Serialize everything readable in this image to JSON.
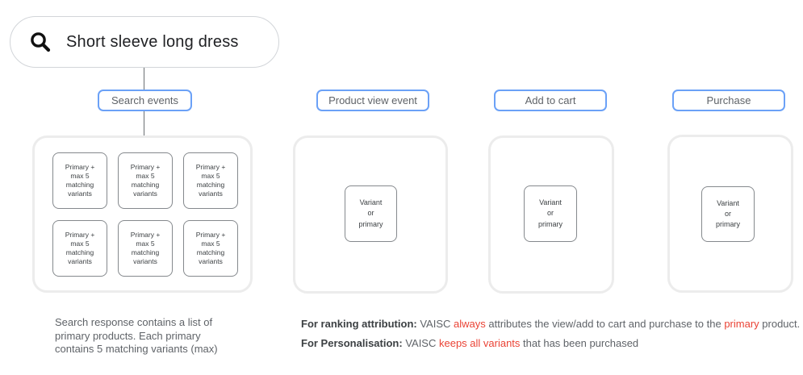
{
  "search_bar": {
    "query": "Short sleeve long dress",
    "icon": "search-icon"
  },
  "columns": [
    {
      "label": "Search events",
      "items": [
        "Primary +\nmax 5\nmatching\nvariants",
        "Primary +\nmax 5\nmatching\nvariants",
        "Primary +\nmax 5\nmatching\nvariants",
        "Primary +\nmax 5\nmatching\nvariants",
        "Primary +\nmax 5\nmatching\nvariants",
        "Primary +\nmax 5\nmatching\nvariants"
      ]
    },
    {
      "label": "Product view event",
      "items": [
        "Variant\nor\nprimary"
      ]
    },
    {
      "label": "Add to cart",
      "items": [
        "Variant\nor\nprimary"
      ]
    },
    {
      "label": "Purchase",
      "items": [
        "Variant\nor\nprimary"
      ]
    }
  ],
  "notes": {
    "search_note": "Search response contains a list of\nprimary products. Each primary\ncontains 5 matching variants (max)",
    "ranking_attribution": {
      "segments": [
        {
          "style": "bold",
          "text": "For ranking attribution: "
        },
        {
          "style": "normal",
          "text": "VAISC "
        },
        {
          "style": "red",
          "text": "always"
        },
        {
          "style": "normal",
          "text": " attributes the view/add to cart and purchase to the "
        },
        {
          "style": "red",
          "text": "primary"
        },
        {
          "style": "normal",
          "text": " product."
        }
      ]
    },
    "personalisation": {
      "segments": [
        {
          "style": "bold",
          "text": "For Personalisation: "
        },
        {
          "style": "normal",
          "text": "VAISC "
        },
        {
          "style": "red",
          "text": "keeps all variants"
        },
        {
          "style": "normal",
          "text": " that has been purchased"
        }
      ]
    }
  },
  "colors": {
    "label_border_blue": "#6ba1f7",
    "container_border_gray": "#ececec",
    "box_border_gray": "#85898d",
    "text_dark": "#3c4043",
    "text_gray": "#5f6368",
    "alert_red": "#ea4335"
  }
}
